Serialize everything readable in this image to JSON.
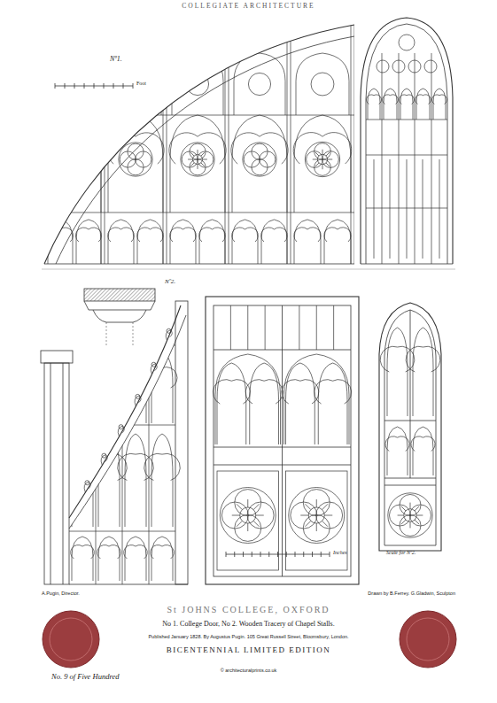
{
  "diagram": {
    "title": "COLLEGIATE ARCHITECTURE",
    "labels": [
      "Nº1.",
      "Foot",
      "Nº2.",
      "Inches",
      "Scale for Nº2.",
      "A.Pugin, Director.",
      "Drawn by B.Ferrey. G.Gladwin, Sculpton",
      "St JOHNS COLLEGE, OXFORD",
      "No 1. College Door, No 2. Wooden Tracery of Chapel Stalls.",
      "Published January 1828. By Augustus Pugin. 105 Great Russell Street, Bloomsbury, London.",
      "BICENTENNIAL LIMITED EDITION",
      "© architecturalprints.co.uk",
      "No. 9 of Five Hundred"
    ]
  }
}
